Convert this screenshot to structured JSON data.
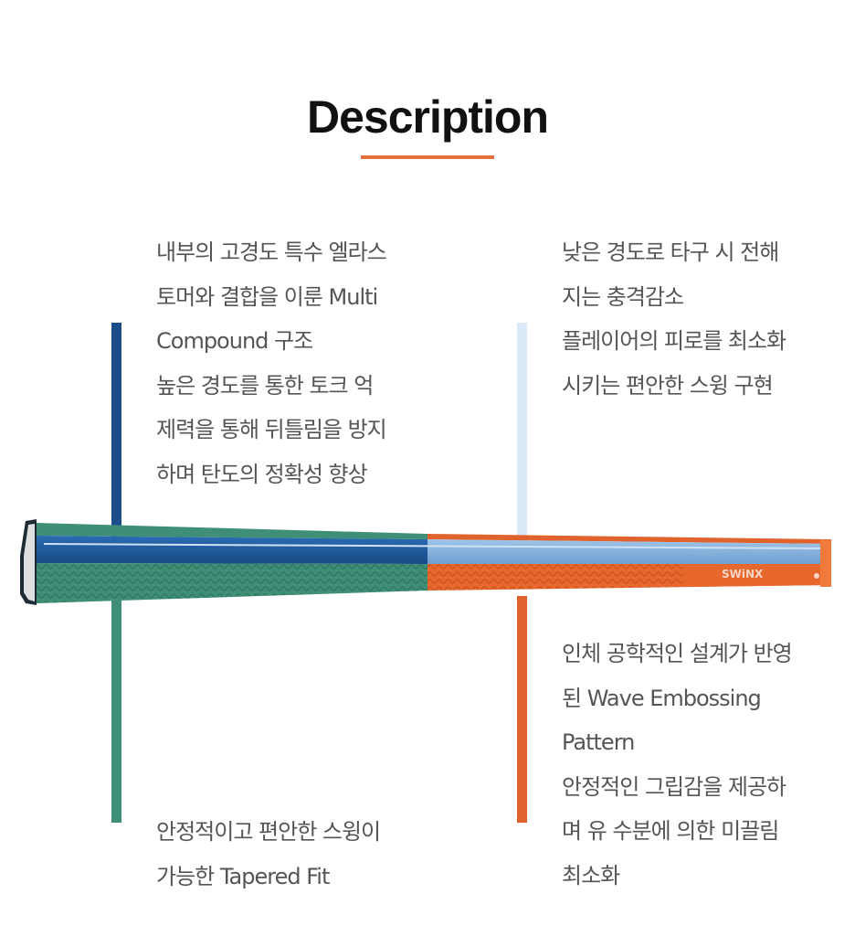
{
  "heading": {
    "title": "Description"
  },
  "descriptions": {
    "inner_structure": {
      "lines": [
        "내부의 고경도 특수 엘라스",
        "토머와 결합을 이룬 Multi",
        "Compound 구조",
        "높은 경도를 통한 토크 억",
        "제력을 통해 뒤틀림을 방지",
        "하며 탄도의 정확성 향상"
      ]
    },
    "low_hardness": {
      "lines": [
        "낮은 경도로 타구 시 전해",
        "지는 충격감소",
        "플레이어의 피로를 최소화",
        "시키는 편안한 스윙 구현"
      ]
    },
    "tapered_fit": {
      "lines": [
        "안정적이고 편안한 스윙이",
        "가능한 Tapered Fit"
      ]
    },
    "wave_pattern": {
      "lines": [
        "인체 공학적인 설계가 반영",
        "된 Wave Embossing",
        "Pattern",
        "안정적인 그립감을 제공하",
        "며 유 수분에 의한 미끌림",
        "최소화"
      ]
    }
  },
  "colors": {
    "accent_orange": "#e2703a",
    "navy": "#1b4d8a",
    "light_blue": "#dce9f7",
    "green": "#3f8f78",
    "orange_line": "#e0622d",
    "text": "#555555"
  },
  "grip_logo": "SWiNX"
}
